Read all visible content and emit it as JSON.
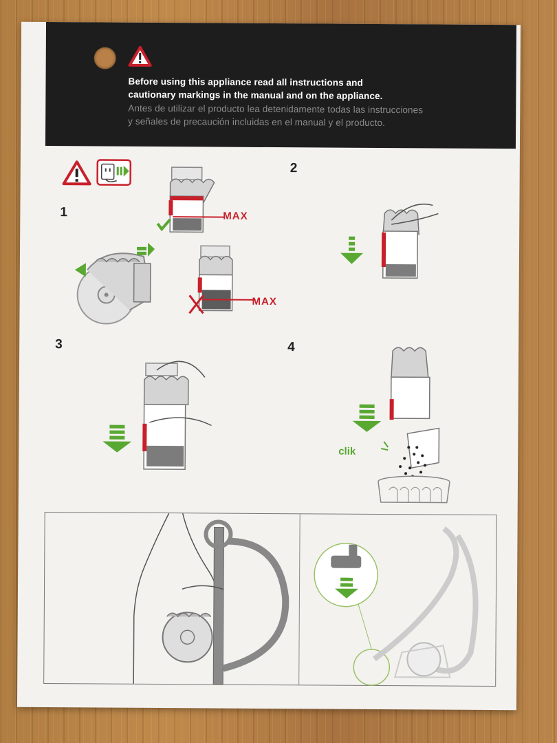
{
  "header": {
    "line1_en": "Before using this appliance read all instructions and",
    "line2_en": "cautionary markings in the manual and on the appliance.",
    "line1_es": "Antes de utilizar el producto lea detenidamente todas las instrucciones",
    "line2_es": "y señales de precaución incluidas en el manual y el producto."
  },
  "steps": {
    "step1": "1",
    "step2": "2",
    "step3": "3",
    "step4": "4"
  },
  "labels": {
    "max_ok": "MAX",
    "max_over": "MAX",
    "clik": "clik"
  },
  "colors": {
    "warning_red": "#c8202a",
    "arrow_green": "#59a832",
    "header_bg": "#1d1d1e"
  }
}
